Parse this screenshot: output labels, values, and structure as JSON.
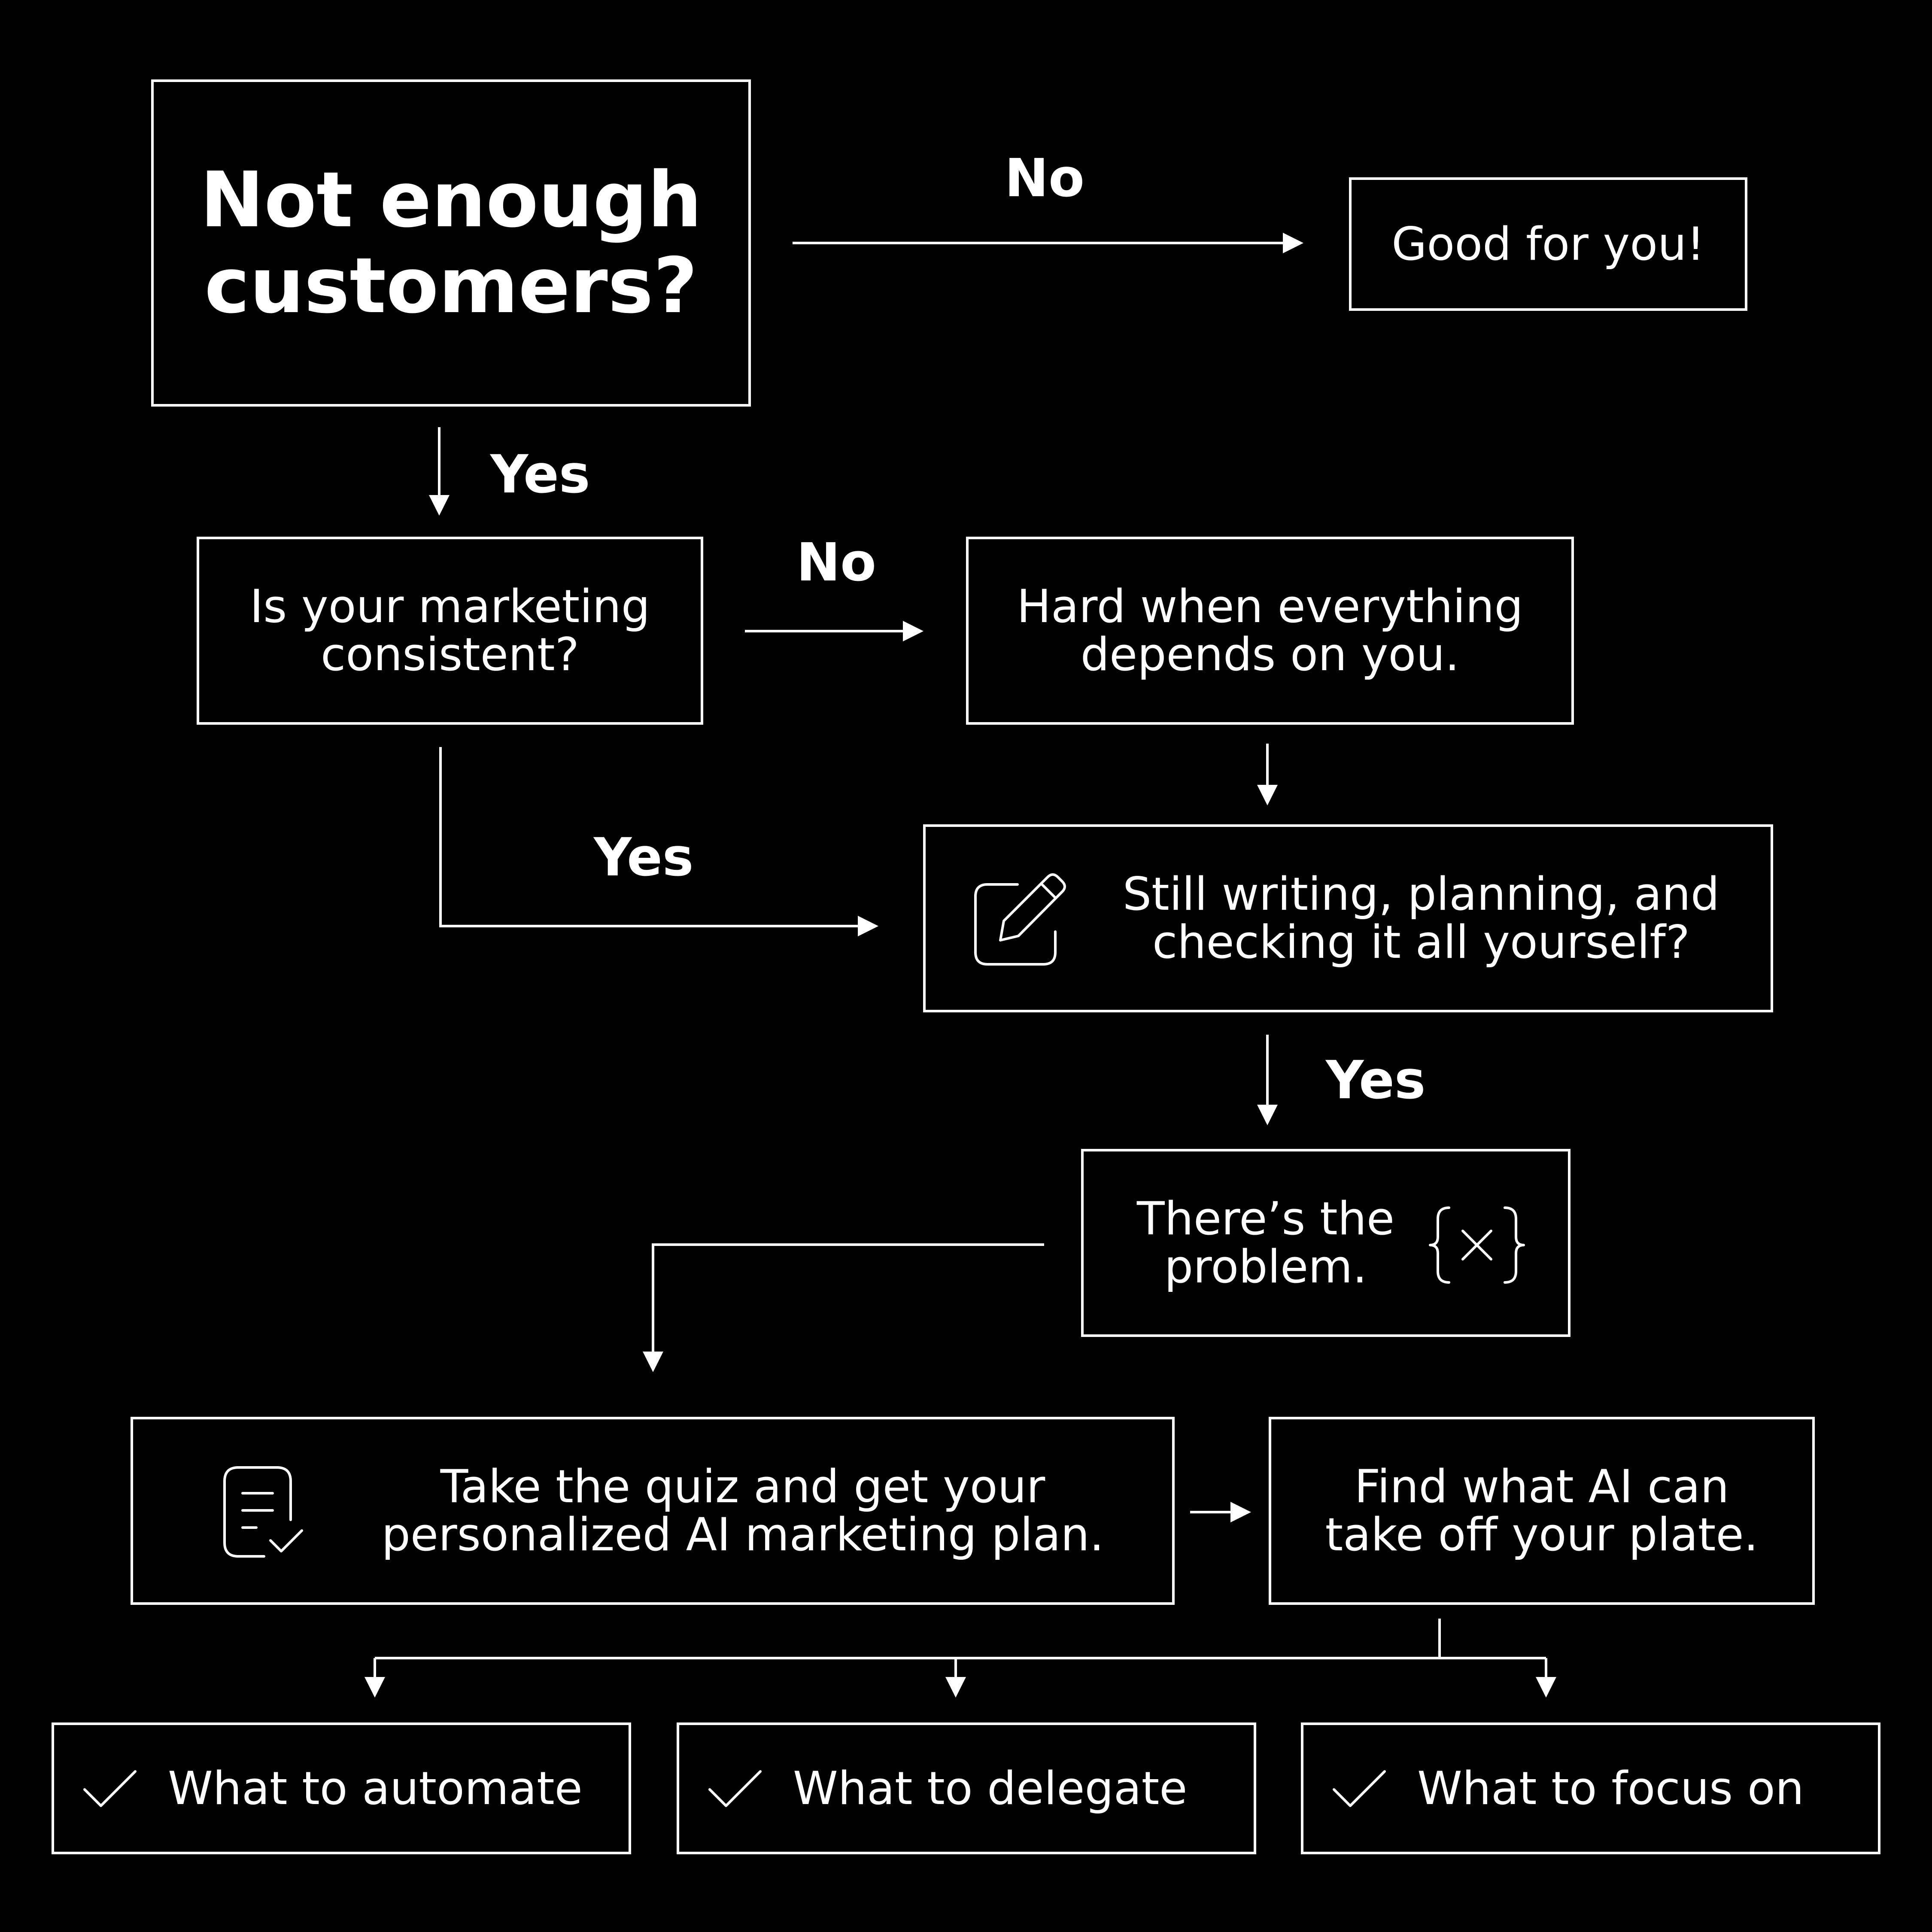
{
  "nodes": {
    "start": {
      "line1": "Not enough",
      "line2": "customers?"
    },
    "good": {
      "text": "Good for you!"
    },
    "consistent": {
      "line1": "Is your marketing",
      "line2": "consistent?"
    },
    "hard": {
      "line1": "Hard when everything",
      "line2": "depends on you."
    },
    "still": {
      "line1": "Still writing, planning, and",
      "line2": "checking it all yourself?"
    },
    "problem": {
      "line1": "There’s the",
      "line2": "problem."
    },
    "quiz": {
      "line1": "Take the quiz and get your",
      "line2": "personalized AI marketing plan."
    },
    "find": {
      "line1": "Find what AI can",
      "line2": "take off your plate."
    },
    "automate": {
      "text": "What to automate"
    },
    "delegate": {
      "text": "What to delegate"
    },
    "focus": {
      "text": "What to focus on"
    }
  },
  "labels": {
    "no_top": "No",
    "yes_first": "Yes",
    "no_second": "No",
    "yes_second": "Yes",
    "yes_third": "Yes"
  },
  "icons": {
    "still": "edit-square-icon",
    "problem": "braces-x-icon",
    "quiz": "document-check-icon",
    "outcomes": "checkmark-icon"
  },
  "colors": {
    "background": "#000000",
    "foreground": "#ffffff"
  }
}
